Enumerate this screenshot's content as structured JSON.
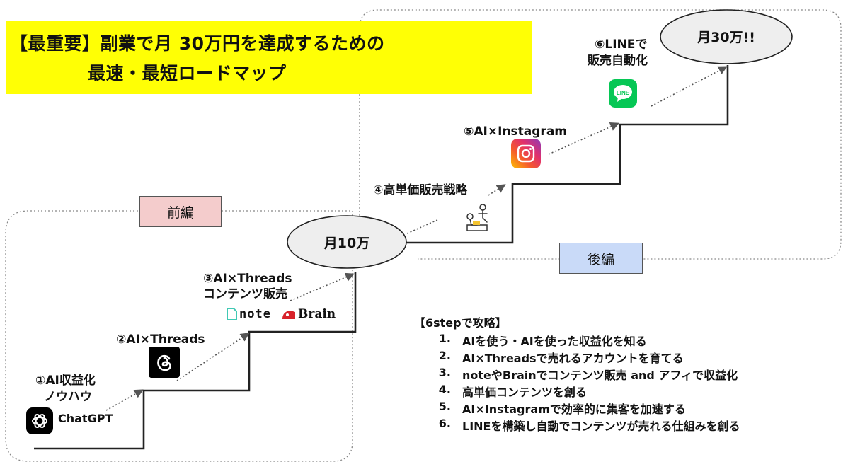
{
  "title": {
    "line1": "【最重要】副業で月 30万円を達成するための",
    "line2": "最速・最短ロードマップ"
  },
  "sections": {
    "front": "前編",
    "back": "後編"
  },
  "milestones": {
    "mid": "月10万",
    "goal": "月30万!!"
  },
  "steps": [
    {
      "line1": "①AI収益化",
      "line2": "ノウハウ",
      "logo": "ChatGPT",
      "icon": "chatgpt-icon"
    },
    {
      "line1": "②AI×Threads",
      "line2": "",
      "logo": "",
      "icon": "threads-icon"
    },
    {
      "line1": "③AI×Threads",
      "line2": "コンテンツ販売",
      "logo_note": "note",
      "logo_brain": "Brain",
      "icon": "note-brain-logos"
    },
    {
      "line1": "④高単価販売戦略",
      "line2": "",
      "logo": "",
      "icon": "consulting-illustration-icon"
    },
    {
      "line1": "⑤AI×Instagram",
      "line2": "",
      "logo": "",
      "icon": "instagram-icon"
    },
    {
      "line1": "⑥LINEで",
      "line2": "販売自動化",
      "logo": "LINE",
      "icon": "line-icon"
    }
  ],
  "strategy": {
    "heading": "【6stepで攻略】",
    "items": [
      {
        "num": "1.",
        "text": "AIを使う・AIを使った収益化を知る"
      },
      {
        "num": "2.",
        "text": "AI×Threadsで売れるアカウントを育てる"
      },
      {
        "num": "3.",
        "text": "noteやBrainでコンテンツ販売  and アフィで収益化"
      },
      {
        "num": "4.",
        "text": "高単価コンテンツを創る"
      },
      {
        "num": "5.",
        "text": "AI×Instagramで効率的に集客を加速する"
      },
      {
        "num": "6.",
        "text": "LINEを構築し自動でコンテンツが売れる仕組みを創る"
      }
    ]
  },
  "colors": {
    "title_bg": "#ffff05",
    "front_tag_bg": "#f4cccc",
    "back_tag_bg": "#c9daf8",
    "line_green": "#06c755",
    "instagram": "#e1306c",
    "note_green": "#41c9b4",
    "brain_red": "#d8222a"
  }
}
